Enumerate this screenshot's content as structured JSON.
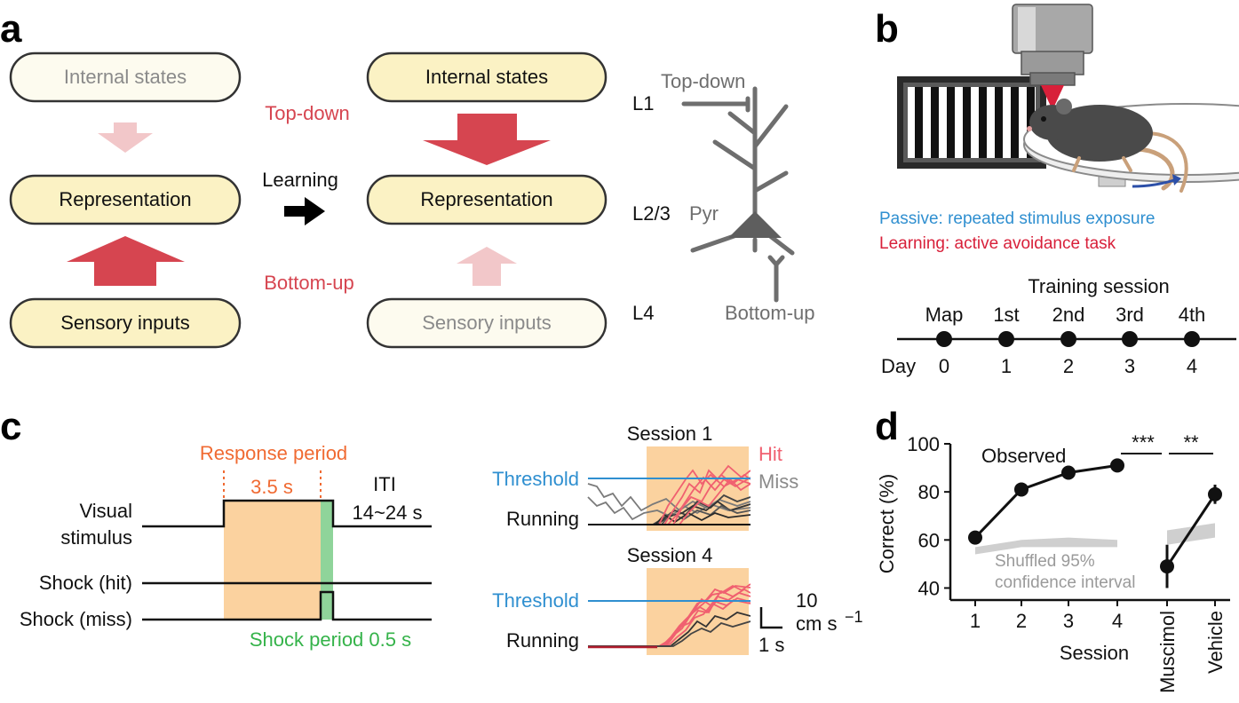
{
  "colors": {
    "red": "#d64550",
    "red_light": "#f2c7c9",
    "oval_fill": "#fbf2c4",
    "oval_fill_faded": "#fdfbef",
    "orange_text": "#f06a32",
    "orange_band": "#fbd29f",
    "green_band": "#8fd49a",
    "green_text": "#35b34a",
    "blue": "#2f8fd0",
    "grey": "#8a8a8a",
    "hit_red": "#f06070"
  },
  "panel_a": {
    "letter": "a",
    "left_states": "Internal states",
    "left_representation": "Representation",
    "left_sensory": "Sensory inputs",
    "top_down": "Top-down",
    "learning": "Learning",
    "bottom_up": "Bottom-up",
    "right_states": "Internal states",
    "right_representation": "Representation",
    "right_sensory": "Sensory inputs",
    "neuron_top_down": "Top-down",
    "neuron_pyr": "Pyr",
    "neuron_bottom_up": "Bottom-up",
    "layer_l1": "L1",
    "layer_l23": "L2/3",
    "layer_l4": "L4"
  },
  "panel_b": {
    "letter": "b",
    "passive": "Passive: repeated stimulus exposure",
    "learning": "Learning: active avoidance task",
    "training_title": "Training session",
    "sessions": [
      "Map",
      "1st",
      "2nd",
      "3rd",
      "4th"
    ],
    "day_label": "Day",
    "days": [
      "0",
      "1",
      "2",
      "3",
      "4"
    ]
  },
  "panel_c": {
    "letter": "c",
    "response_period": "Response period",
    "duration": "3.5 s",
    "iti": "ITI",
    "iti_range": "14~24 s",
    "visual": "Visual",
    "stimulus": "stimulus",
    "shock_hit": "Shock (hit)",
    "shock_miss": "Shock (miss)",
    "shock_period": "Shock period 0.5 s",
    "session1": "Session 1",
    "session4": "Session 4",
    "threshold": "Threshold",
    "running": "Running",
    "hit": "Hit",
    "miss": "Miss",
    "scale_value": "10",
    "scale_unit": "cm s",
    "scale_exp": "−1",
    "scale_time": "1 s"
  },
  "panel_d": {
    "letter": "d",
    "sig1": "***",
    "sig2": "**",
    "observed": "Observed",
    "shuffled_line1": "Shuffled 95%",
    "shuffled_line2": "confidence interval"
  },
  "chart_data": {
    "type": "line",
    "xlabel": "Session",
    "ylabel": "Correct (%)",
    "ylim": [
      35,
      100
    ],
    "yticks": [
      40,
      60,
      80,
      100
    ],
    "categories": [
      "1",
      "2",
      "3",
      "4",
      "Muscimol",
      "Vehicle"
    ],
    "series": [
      {
        "name": "Observed",
        "x": [
          "1",
          "2",
          "3",
          "4"
        ],
        "values": [
          61,
          81,
          88,
          91
        ]
      },
      {
        "x": [
          "Muscimol",
          "Vehicle"
        ],
        "values": [
          49,
          79
        ],
        "errors": [
          9,
          4
        ]
      }
    ],
    "shuffled_band": {
      "name": "Shuffled 95% confidence interval",
      "x": [
        "1",
        "2",
        "3",
        "4"
      ],
      "lower": [
        54,
        57,
        57,
        57
      ],
      "upper": [
        57,
        60,
        61,
        60
      ]
    },
    "shuffled_band_drug": {
      "x": [
        "Muscimol",
        "Vehicle"
      ],
      "lower": [
        58,
        61
      ],
      "upper": [
        64,
        67
      ]
    }
  }
}
